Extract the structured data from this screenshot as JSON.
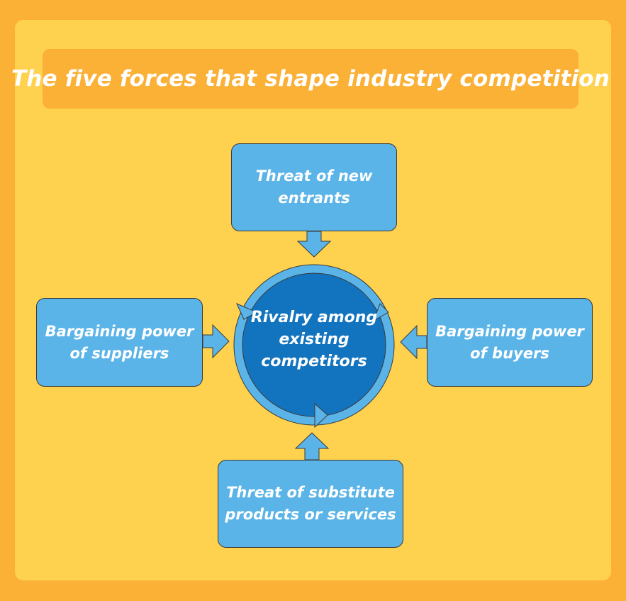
{
  "title": "The five forces that shape industry competition",
  "center": {
    "label": "Rivalry among existing competitors"
  },
  "forces": {
    "top": {
      "label": "Threat of new entrants",
      "arrow_direction": "down"
    },
    "left": {
      "label": "Bargaining power of suppliers",
      "arrow_direction": "right"
    },
    "right": {
      "label": "Bargaining power of buyers",
      "arrow_direction": "left"
    },
    "bottom": {
      "label": "Threat of substitute products or services",
      "arrow_direction": "up"
    }
  },
  "colors": {
    "background": "#FBB036",
    "panel": "#FED14F",
    "title_banner": "#FBB036",
    "box_fill": "#5BB4E8",
    "center_fill": "#1273BE",
    "ring": "#5BB4E8",
    "text": "#FFFFFF"
  }
}
